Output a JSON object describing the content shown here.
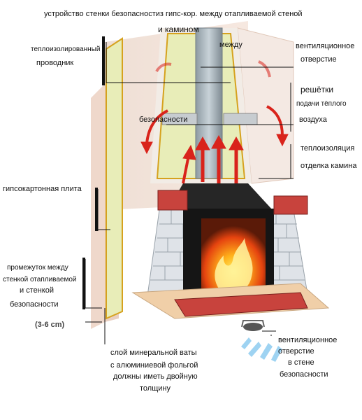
{
  "labels": {
    "title_line1": "устройство стенки  безопасностиз гипс-кор. между  отапливаемой стеной",
    "title_line2": "и камином",
    "between": "между",
    "insulated_conductor_1": "теплоизолированный",
    "insulated_conductor_2": "проводник",
    "vent_top_1": "вентиляционное",
    "vent_top_2": "отверстие",
    "grilles_1": "решётки",
    "grilles_2": "подачи тёплого",
    "grilles_3": "воздуха",
    "safety": "безопасности",
    "insulation": "теплоизоляция",
    "fireplace_finish": "отделка камина",
    "drywall": "гипсокартонная плита",
    "gap_1": "промежуток между",
    "gap_2": "стенкой отапливаемой",
    "gap_3": "и стенкой",
    "gap_4": "безопасности",
    "gap_size": "(3-6 cm)",
    "vent_bottom_1": "вентиляционное",
    "vent_bottom_2": "отверстие",
    "vent_bottom_3": "в стене",
    "vent_bottom_4": "безопасности",
    "wool_1": "слой минеральной ваты",
    "wool_2": "с алюминиевой фольгой",
    "wool_3": "должны иметь двойную",
    "wool_4": "толщину"
  },
  "colors": {
    "wall": "#f2ddd0",
    "insulation": "#e8edb8",
    "frame": "#d6a21e",
    "chimney_gray": "#a7b2b8",
    "brick_white": "#dfe3e8",
    "brick_red": "#c8433d",
    "firebox": "#1d1d1d",
    "flame": "#ff8a00",
    "arrow_red": "#d9231b",
    "arrow_blue": "#9ed3f2"
  }
}
